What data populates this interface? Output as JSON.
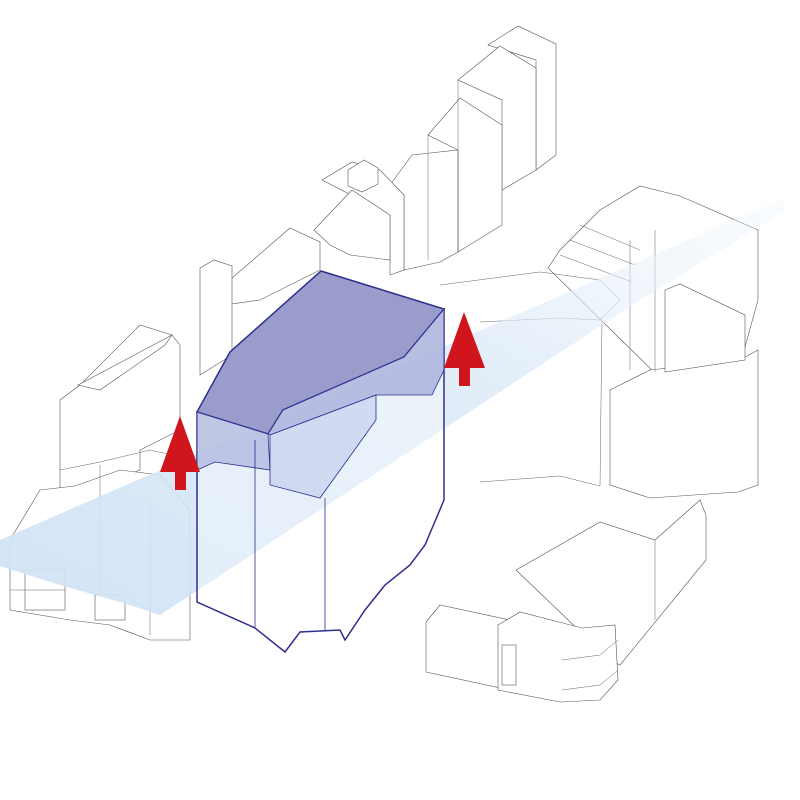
{
  "colors": {
    "building_outline": "#2e2e8f",
    "building_roof": "#9a9ccb",
    "building_side": "#b4bde0",
    "light_beam": "#d6e6f6",
    "arrow": "#d0161c",
    "context_lines": "#555555"
  },
  "arrows": [
    {
      "name": "upward-arrow-left",
      "direction": "up"
    },
    {
      "name": "upward-arrow-right",
      "direction": "up"
    }
  ]
}
